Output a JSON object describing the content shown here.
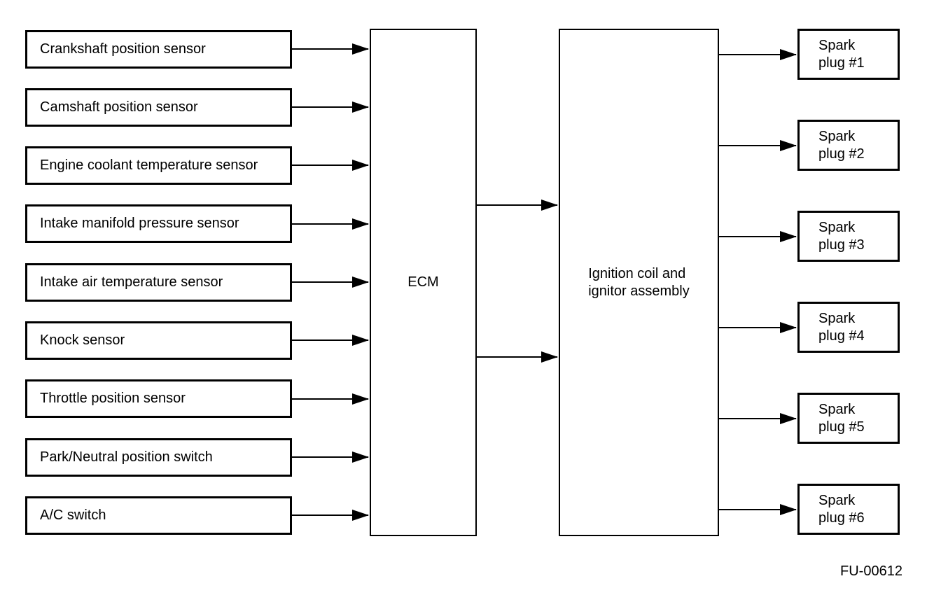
{
  "diagram": {
    "caption": "FU-00612",
    "colors": {
      "line": "#000000",
      "background": "#ffffff"
    }
  },
  "sensors": [
    {
      "label": "Crankshaft position sensor"
    },
    {
      "label": "Camshaft position sensor"
    },
    {
      "label": "Engine coolant temperature sensor"
    },
    {
      "label": "Intake manifold pressure sensor"
    },
    {
      "label": "Intake air temperature sensor"
    },
    {
      "label": "Knock sensor"
    },
    {
      "label": "Throttle position sensor"
    },
    {
      "label": "Park/Neutral position switch"
    },
    {
      "label": "A/C switch"
    }
  ],
  "ecm": {
    "label": "ECM"
  },
  "ignition_assembly": {
    "label": "Ignition coil and\nignitor assembly"
  },
  "spark_plugs": [
    {
      "label": "Spark\nplug #1"
    },
    {
      "label": "Spark\nplug #2"
    },
    {
      "label": "Spark\nplug #3"
    },
    {
      "label": "Spark\nplug #4"
    },
    {
      "label": "Spark\nplug #5"
    },
    {
      "label": "Spark\nplug #6"
    }
  ]
}
